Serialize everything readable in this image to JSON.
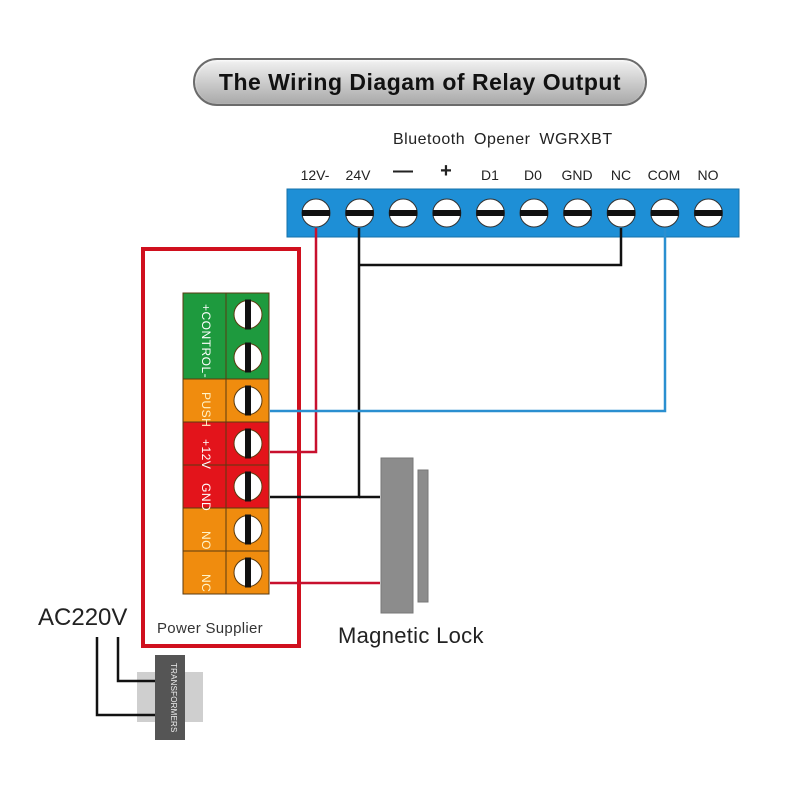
{
  "title": "The Wiring Diagam of Relay Output",
  "module": {
    "name": "Bluetooth  Opener  WGRXBT",
    "terminals": [
      "12V-",
      "24V",
      "—",
      "+",
      "D1",
      "D0",
      "GND",
      "NC",
      "COM",
      "NO"
    ],
    "color": "#1e8fd6"
  },
  "power_supplier": {
    "label": "Power Supplier",
    "blocks": [
      {
        "label": "+CONTROL-",
        "color": "#1e9a3e",
        "terminals": 2
      },
      {
        "label": "PUSH",
        "color": "#f08c0e",
        "terminals": 1
      },
      {
        "label": "+12V",
        "color": "#e3141b",
        "terminals": 1
      },
      {
        "label": "GND",
        "color": "#e3141b",
        "terminals": 1
      },
      {
        "label": "NO",
        "color": "#f08c0e",
        "terminals": 1
      },
      {
        "label": "NC",
        "color": "#f08c0e",
        "terminals": 1
      }
    ],
    "border_color": "#d0101e"
  },
  "magnetic_lock": {
    "label": "Magnetic Lock",
    "color": "#8c8c8c"
  },
  "ac_input": {
    "label": "AC220V"
  },
  "transformer": {
    "label": "TRANSFORMERS"
  },
  "wires": [
    {
      "from": "module.12V-",
      "to": "power_supplier.+12V",
      "color": "#c8102e"
    },
    {
      "from": "module.24V",
      "to": "power_supplier.GND",
      "color": "#111111"
    },
    {
      "from": "module.NC",
      "to": "module.24V-line",
      "color": "#111111"
    },
    {
      "from": "module.COM",
      "to": "power_supplier.PUSH",
      "color": "#2a8fd0"
    },
    {
      "from": "power_supplier.GND",
      "to": "magnetic_lock",
      "color": "#111111"
    },
    {
      "from": "power_supplier.NC",
      "to": "magnetic_lock",
      "color": "#c8102e"
    },
    {
      "from": "ac_input",
      "to": "transformer",
      "color": "#111111"
    }
  ]
}
